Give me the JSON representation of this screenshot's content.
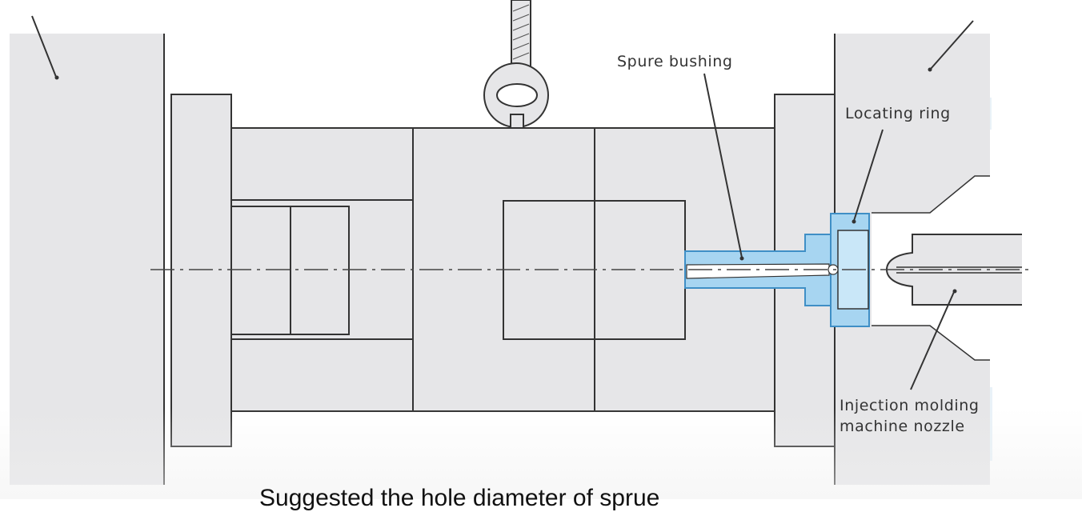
{
  "labels": {
    "spure_bushing": "Spure bushing",
    "locating_ring": "Locating ring",
    "nozzle_line1": "Injection molding",
    "nozzle_line2": "machine nozzle"
  },
  "caption": "Suggested the hole diameter of sprue",
  "colors": {
    "plate_fill": "#e6e6e8",
    "outline": "#333333",
    "highlight_fill": "#a7d5f1",
    "highlight_stroke": "#3f8fc6",
    "label_bg": "#e9f2f8"
  }
}
